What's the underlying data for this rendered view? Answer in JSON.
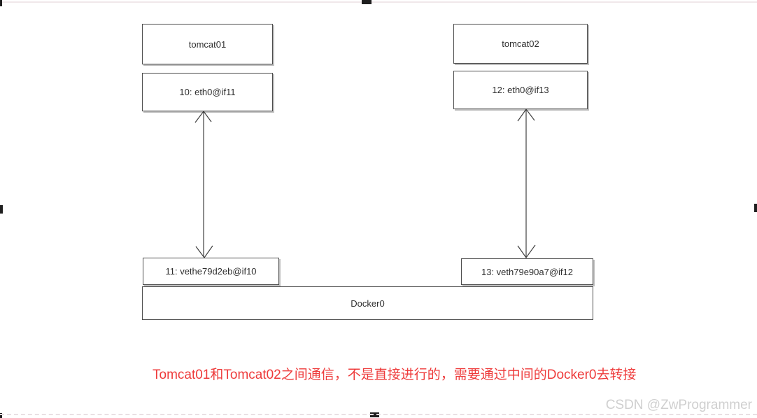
{
  "diagram": {
    "nodes": {
      "tomcat01": "tomcat01",
      "tomcat01_eth": "10: eth0@if11",
      "tomcat02": "tomcat02",
      "tomcat02_eth": "12: eth0@if13",
      "veth_left": "11: vethe79d2eb@if10",
      "veth_right": "13: veth79e90a7@if12",
      "docker0": "Docker0"
    },
    "caption": "Tomcat01和Tomcat02之间通信，不是直接进行的，需要通过中间的Docker0去转接",
    "caption_color": "#ee3b3b"
  },
  "watermark": {
    "text": "CSDN @ZwProgrammer",
    "color": "#cfcfcf"
  }
}
